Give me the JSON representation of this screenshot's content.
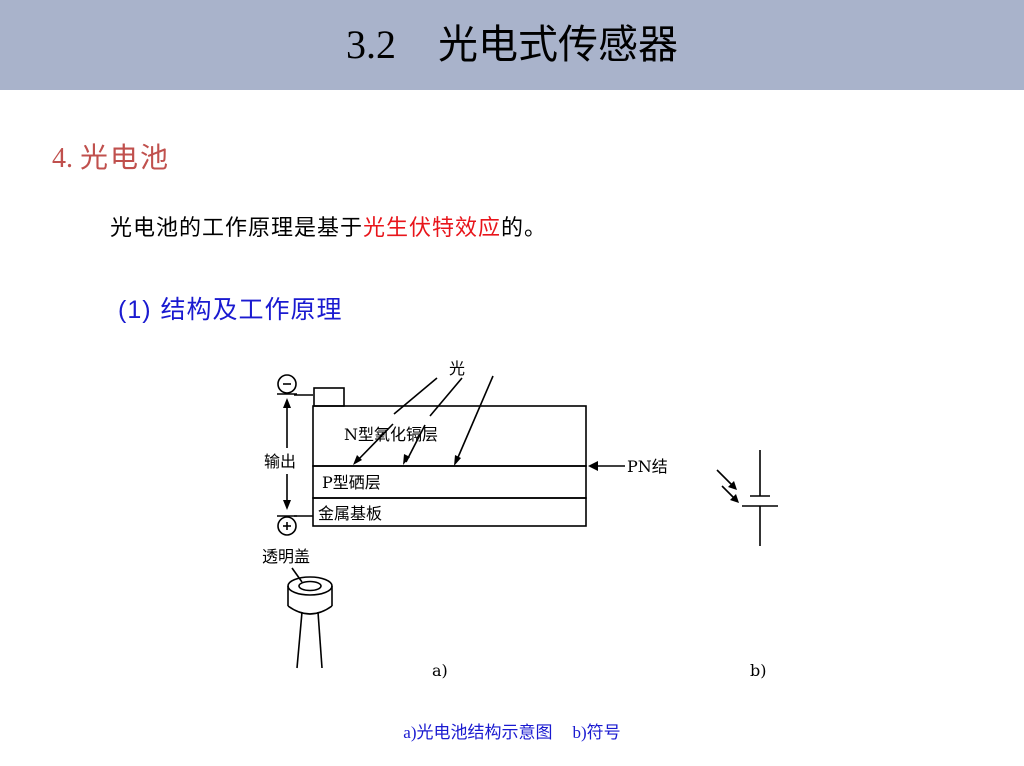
{
  "header": {
    "number": "3.2",
    "title": "光电式传感器"
  },
  "section": {
    "number": "4.",
    "title": "光电池"
  },
  "paragraph": {
    "before": "光电池的工作原理是基于",
    "highlight": "光生伏特效应",
    "after": "的。"
  },
  "subsection": {
    "number": "(1)",
    "title": "结构及工作原理"
  },
  "diagram": {
    "light": "光",
    "n_layer": "N型氧化镉层",
    "p_layer": "P型硒层",
    "substrate": "金属基板",
    "pn": "PN结",
    "output": "输出",
    "minus": "−",
    "plus": "+",
    "cover": "透明盖",
    "label_a": "a)",
    "label_b": "b)"
  },
  "caption": {
    "a": "a)光电池结构示意图",
    "b": "b)符号"
  },
  "colors": {
    "header_bg": "#a9b3cb",
    "section": "#c0504d",
    "highlight": "#e8151b",
    "blue": "#1a1ad0"
  }
}
